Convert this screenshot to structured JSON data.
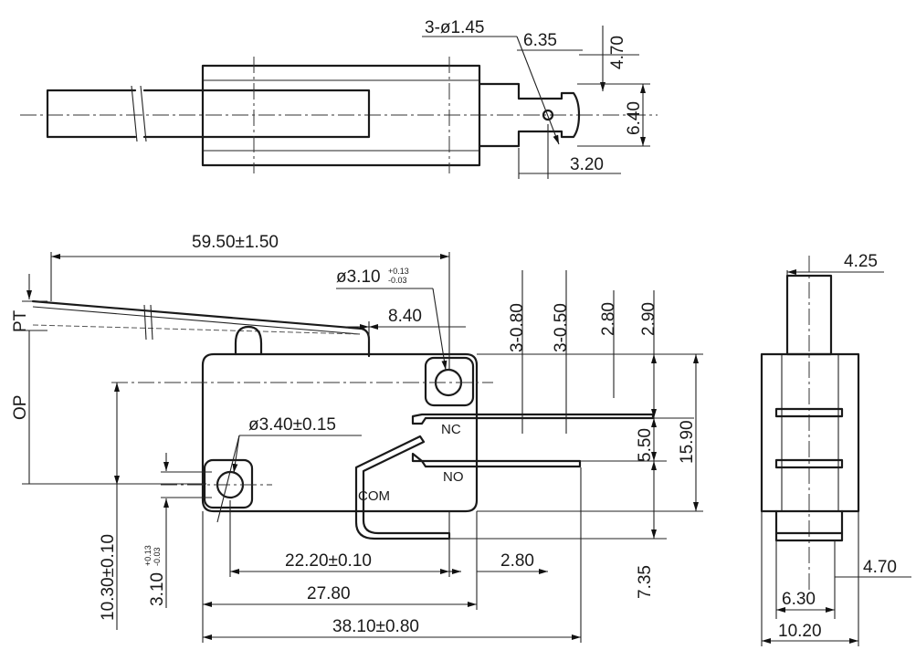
{
  "top_view": {
    "hole_callout": "3-ø1.45",
    "dim_terminal_pitch": "6.35",
    "dim_terminal_upper": "4.70",
    "dim_terminal_width": "6.40",
    "dim_hole_offset": "3.20"
  },
  "front_view": {
    "dim_overall_length": "59.50±1.50",
    "dim_mount_hole_top": "ø3.10",
    "dim_mount_hole_top_tol_upper": "+0.13",
    "dim_mount_hole_top_tol_lower": "-0.03",
    "dim_lever_offset": "8.40",
    "dim_mount_hole_left": "ø3.40±0.15",
    "dim_pt": "PT",
    "dim_op": "OP",
    "dim_terminal_thk_a": "3-0.80",
    "dim_terminal_thk_b": "3-0.50",
    "dim_nc_offset": "2.80",
    "dim_top_offset": "2.90",
    "dim_nc_no_pitch": "5.50",
    "dim_body_height": "15.90",
    "dim_bottom_offset": "7.35",
    "dim_hole_height": "10.30±0.10",
    "dim_hole_dia_left": "3.10",
    "dim_hole_dia_left_tol_upper": "+0.13",
    "dim_hole_dia_left_tol_lower": "-0.03",
    "dim_hole_spacing": "22.20±0.10",
    "dim_com_offset": "2.80",
    "dim_body_length": "27.80",
    "dim_overall_with_terminals": "38.10±0.80",
    "label_nc": "NC",
    "label_no": "NO",
    "label_com": "COM"
  },
  "side_view": {
    "dim_actuator_width": "4.25",
    "dim_terminal_width": "4.70",
    "dim_terminal_span": "6.30",
    "dim_body_width": "10.20"
  }
}
